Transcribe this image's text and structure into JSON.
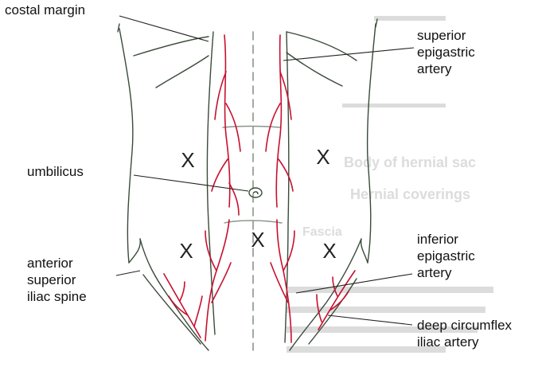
{
  "labels": {
    "costal_margin": "costal margin",
    "superior_epigastric": [
      "superior",
      "epigastric",
      "artery"
    ],
    "umbilicus": "umbilicus",
    "anterior_superior_iliac_spine": [
      "anterior",
      "superior",
      "iliac spine"
    ],
    "inferior_epigastric": [
      "inferior",
      "epigastric",
      "artery"
    ],
    "deep_circumflex_iliac": [
      "deep circumflex",
      "iliac artery"
    ]
  },
  "marks": {
    "cross": "X"
  },
  "colors": {
    "artery": "#c8102e",
    "outline": "#3a4a3a",
    "ghost_text": "#d6d6d6",
    "leader": "#222222"
  }
}
